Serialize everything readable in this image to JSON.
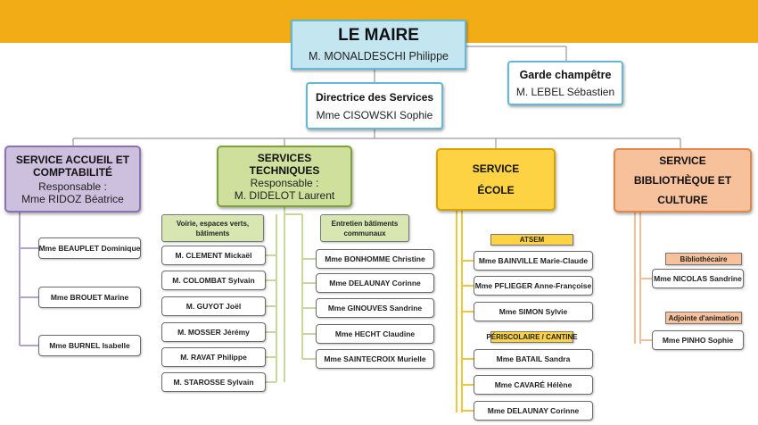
{
  "colors": {
    "banner": "#f2ac16",
    "mayor_fill": "#c4e6f1",
    "mayor_border": "#62b8d7",
    "accueil_fill": "#cdbfde",
    "accueil_border": "#8c72b4",
    "techniques_fill": "#cfe09d",
    "techniques_border": "#7fa13c",
    "ecole_fill": "#fdd344",
    "ecole_border": "#d6a300",
    "biblio_fill": "#f7c19b",
    "biblio_border": "#e0874c",
    "connector": "#9a9a9a"
  },
  "maire": {
    "title": "LE MAIRE",
    "name": "M. MONALDESCHI Philippe"
  },
  "garde": {
    "title": "Garde champêtre",
    "name": "M. LEBEL Sébastien"
  },
  "directrice": {
    "title": "Directrice des Services",
    "name": "Mme CISOWSKI Sophie"
  },
  "accueil": {
    "title": "SERVICE ACCUEIL ET COMPTABILITÉ",
    "resp_label": "Responsable :",
    "resp_name": "Mme RIDOZ Béatrice",
    "staff": [
      "Mme BEAUPLET Dominique",
      "Mme BROUET Marine",
      "Mme BURNEL Isabelle"
    ]
  },
  "techniques": {
    "title": "SERVICES TECHNIQUES",
    "resp_label": "Responsable :",
    "resp_name": "M. DIDELOT Laurent",
    "voirie": {
      "label": "Voirie, espaces verts, bâtiments",
      "staff": [
        "M. CLEMENT Mickaël",
        "M. COLOMBAT Sylvain",
        "M. GUYOT Joël",
        "M. MOSSER Jérémy",
        "M. RAVAT Philippe",
        "M. STAROSSE Sylvain"
      ]
    },
    "entretien": {
      "label": "Entretien bâtiments communaux",
      "staff": [
        "Mme BONHOMME Christine",
        "Mme DELAUNAY Corinne",
        "Mme GINOUVES Sandrine",
        "Mme HECHT Claudine",
        "Mme SAINTECROIX Murielle"
      ]
    }
  },
  "ecole": {
    "title_line1": "SERVICE",
    "title_line2": "ÉCOLE",
    "atsem": {
      "label": "ATSEM",
      "staff": [
        "Mme BAINVILLE Marie-Claude",
        "Mme PFLIEGER Anne-Françoise",
        "Mme SIMON Sylvie"
      ]
    },
    "periscolaire": {
      "label": "PÉRISCOLAIRE / CANTINE",
      "staff": [
        "Mme BATAIL Sandra",
        "Mme CAVARÉ Hélène",
        "Mme DELAUNAY Corinne"
      ]
    }
  },
  "biblio": {
    "title": "SERVICE BIBLIOTHÈQUE ET CULTURE",
    "bibliothecaire": {
      "label": "Bibliothécaire",
      "staff": [
        "Mme NICOLAS Sandrine"
      ]
    },
    "adjointe": {
      "label": "Adjointe d'animation",
      "staff": [
        "Mme PINHO Sophie"
      ]
    }
  }
}
